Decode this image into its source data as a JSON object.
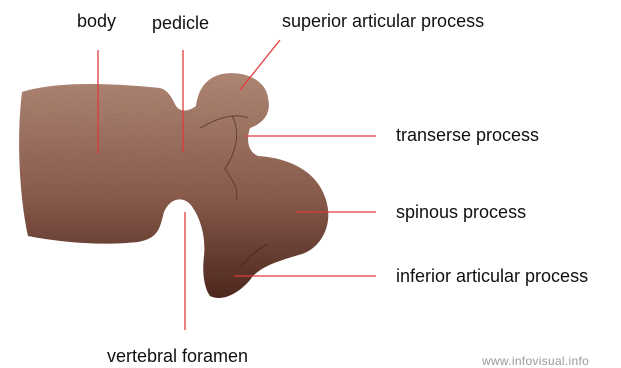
{
  "diagram": {
    "labels": {
      "body": "body",
      "pedicle": "pedicle",
      "superior_articular_process": "superior articular process",
      "transverse_process": "transerse process",
      "spinous_process": "spinous process",
      "inferior_articular_process": "inferior articular process",
      "vertebral_foramen": "vertebral foramen"
    },
    "watermark": "www.infovisual.info",
    "colors": {
      "bone_light": "#b08470",
      "bone_mid": "#86574a",
      "bone_dark": "#4a241b",
      "leader_line": "#e03a3a",
      "label_text": "#111111"
    }
  }
}
